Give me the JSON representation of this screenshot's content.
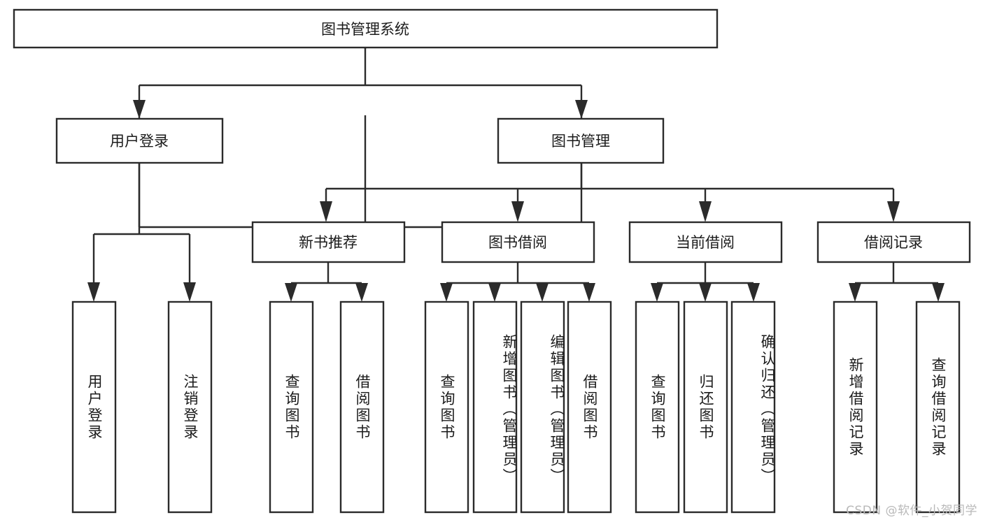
{
  "diagram": {
    "title": "图书管理系统",
    "type": "tree-hierarchy",
    "orientation": "top-down",
    "colors": {
      "box_stroke": "#2b2b2b",
      "box_fill": "#ffffff",
      "connector": "#2b2b2b",
      "text": "#1b1b1b",
      "background": "#ffffff",
      "watermark": "#b9b9b9"
    }
  },
  "root": {
    "label": "图书管理系统"
  },
  "level2": [
    {
      "label": "用户登录"
    },
    {
      "label": "图书管理"
    }
  ],
  "level3": [
    {
      "label": "新书推荐"
    },
    {
      "label": "图书借阅"
    },
    {
      "label": "当前借阅"
    },
    {
      "label": "借阅记录"
    }
  ],
  "leaves": {
    "user_login": [
      {
        "label": "用户登录"
      },
      {
        "label": "注销登录"
      }
    ],
    "new_book_recommend": [
      {
        "label": "查询图书"
      },
      {
        "label": "借阅图书"
      }
    ],
    "book_borrow": [
      {
        "label": "查询图书"
      },
      {
        "label": "新增图书（管理员）"
      },
      {
        "label": "编辑图书（管理员）"
      },
      {
        "label": "借阅图书"
      }
    ],
    "current_borrow": [
      {
        "label": "查询图书"
      },
      {
        "label": "归还图书"
      },
      {
        "label": "确认归还（管理员）"
      }
    ],
    "borrow_records": [
      {
        "label": "新增借阅记录"
      },
      {
        "label": "查询借阅记录"
      }
    ]
  },
  "watermark": {
    "text": "CSDN @软件_小贺同学"
  }
}
